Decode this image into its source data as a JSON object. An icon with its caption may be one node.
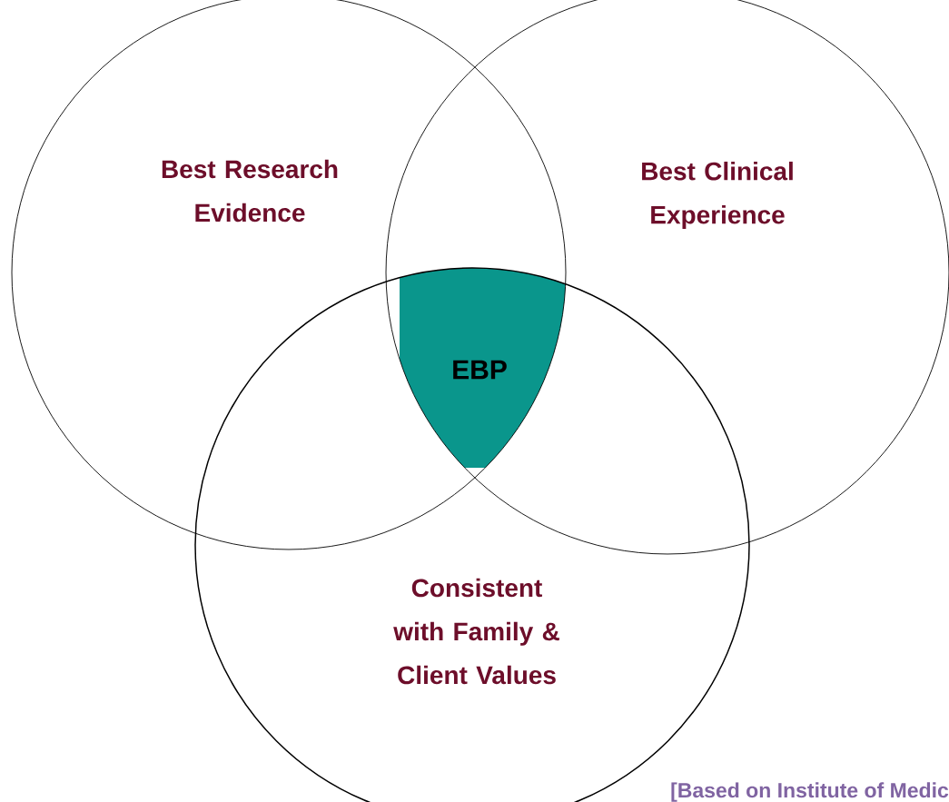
{
  "diagram": {
    "nodes": [
      {
        "text": [
          "Best Research Evidence"
        ]
      },
      {
        "text": [
          "Best Clinical Experience"
        ]
      },
      {
        "text": [
          "Consistent with Family & Client Values"
        ]
      },
      {
        "text": [
          "EBP"
        ]
      }
    ],
    "labels": [
      "[Based on Institute of Medic"
    ]
  }
}
